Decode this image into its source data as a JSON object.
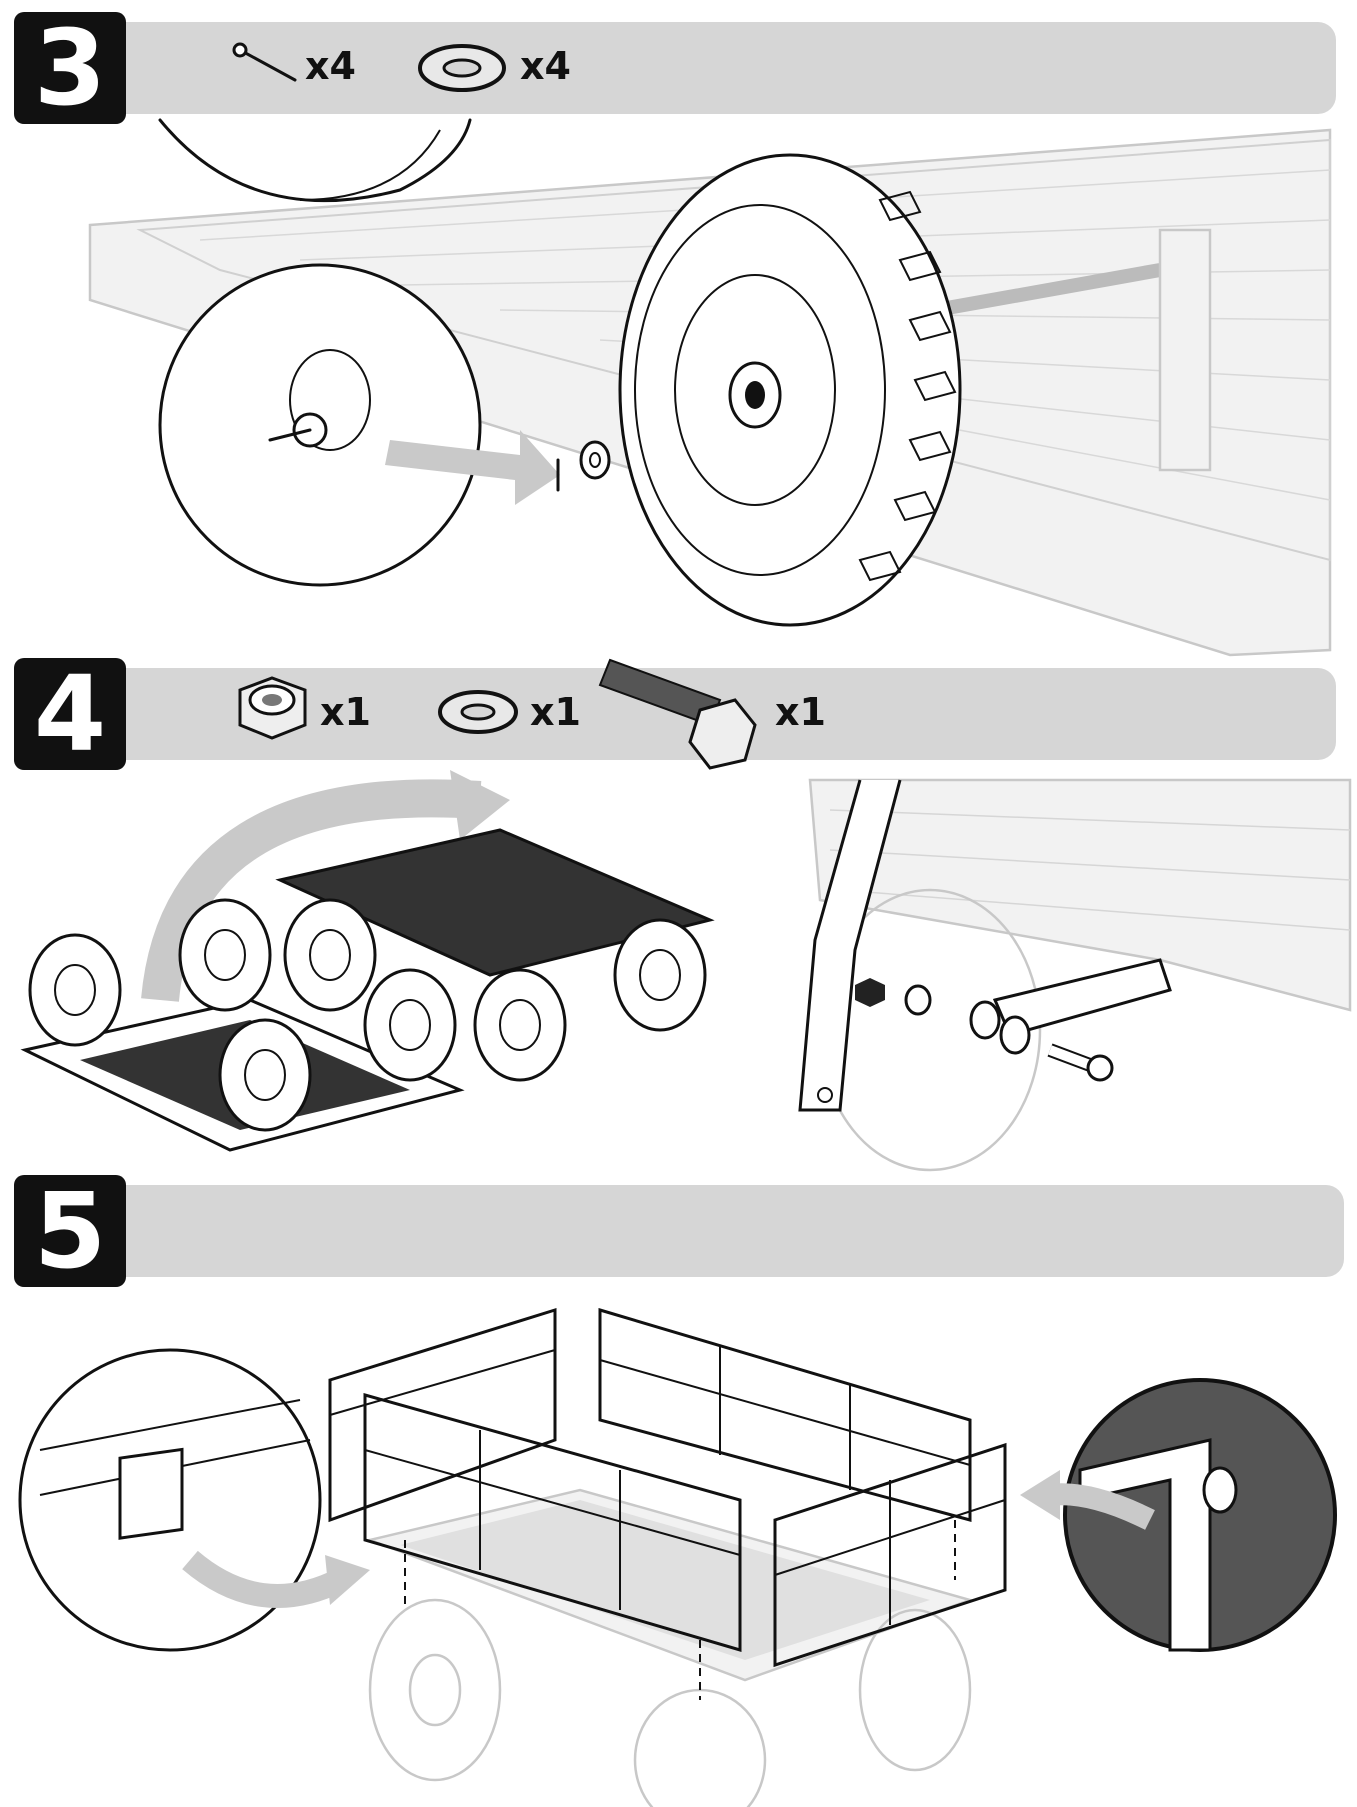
{
  "steps": [
    {
      "number": "3",
      "parts": [
        {
          "icon": "cotter-pin-icon",
          "qty": "x4"
        },
        {
          "icon": "washer-icon",
          "qty": "x4"
        }
      ]
    },
    {
      "number": "4",
      "parts": [
        {
          "icon": "lock-nut-icon",
          "qty": "x1"
        },
        {
          "icon": "washer-icon",
          "qty": "x1"
        },
        {
          "icon": "bolt-icon",
          "qty": "x1"
        }
      ]
    },
    {
      "number": "5",
      "parts": []
    }
  ],
  "colors": {
    "bar": "#d6d6d6",
    "badge": "#111111",
    "arrow": "#c9c9c9"
  }
}
